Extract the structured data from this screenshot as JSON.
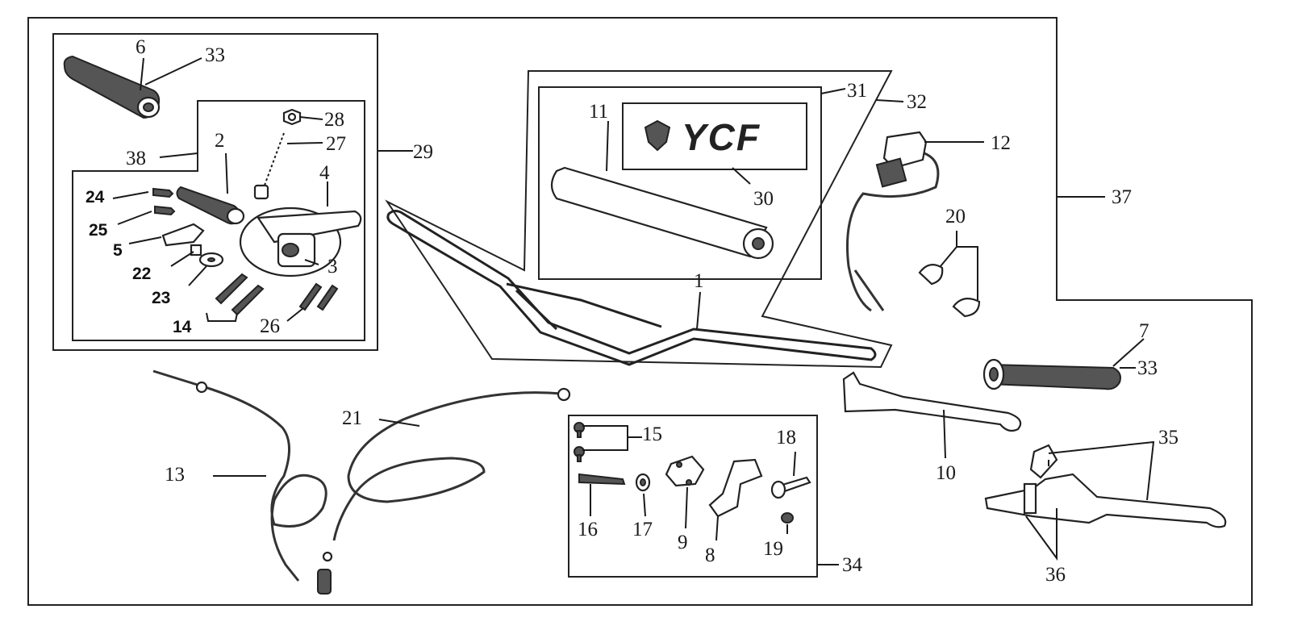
{
  "logo_text": "YCF",
  "callouts": {
    "c1": "1",
    "c2": "2",
    "c3": "3",
    "c4": "4",
    "c5": "5",
    "c6": "6",
    "c7": "7",
    "c8": "8",
    "c9": "9",
    "c10": "10",
    "c11": "11",
    "c12": "12",
    "c13": "13",
    "c14": "14",
    "c15": "15",
    "c16": "16",
    "c17": "17",
    "c18": "18",
    "c19": "19",
    "c20": "20",
    "c21": "21",
    "c22": "22",
    "c23": "23",
    "c24": "24",
    "c25": "25",
    "c26": "26",
    "c27": "27",
    "c28": "28",
    "c29": "29",
    "c30": "30",
    "c31": "31",
    "c32": "32",
    "c33a": "33",
    "c33b": "33",
    "c34": "34",
    "c35": "35",
    "c36": "36",
    "c37": "37",
    "c38": "38"
  }
}
